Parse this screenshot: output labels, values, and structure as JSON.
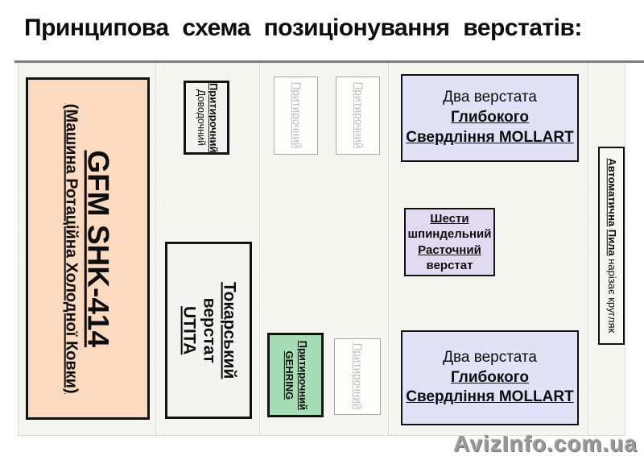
{
  "title": "Принципова схема позиціонування верстатів:",
  "watermark": "AvizInfo.com.ua",
  "colors": {
    "peach": "#FBDABF",
    "lavender": "#E1E2F6",
    "purple": "#E2DAF0",
    "green": "#A6DDB4",
    "ghost_text": "#BDBDBD",
    "rule": "#7C7C7C",
    "diagram_bg": "#F4F6EF"
  },
  "machines": {
    "gfm": {
      "line1": "GFM SHK-414",
      "line2": "(Машина Ротаційна Холодної Ковки)"
    },
    "lap_dovod": {
      "line1": "Притирочний",
      "line2": "Доводочний"
    },
    "ghost": {
      "label": "Притирочний"
    },
    "mollart": {
      "prefix": "Два верстата ",
      "bold1": "Глибокого",
      "bold2": "Свердління MOLLART"
    },
    "saw": {
      "bold1": "Автоматична",
      "bold2": "Пила",
      "rest": " нарізає кругляк"
    },
    "sixspindle": {
      "line1": "Шести",
      "line2": "шпиндельний",
      "line3": "Расточний",
      "line4": "верстат"
    },
    "utita": {
      "line1": "Токарський",
      "line2": "верстат",
      "line3": "UTITA"
    },
    "gehring": {
      "line1": "Притирочний",
      "line2": "GEHRING"
    }
  }
}
